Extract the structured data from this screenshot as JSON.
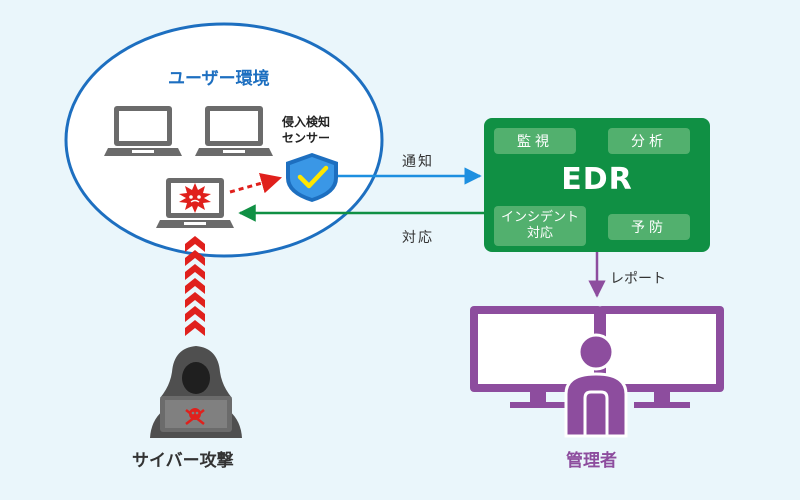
{
  "user_environment": {
    "title": "ユーザー環境",
    "sensor_label_line1": "侵入検知",
    "sensor_label_line2": "センサー"
  },
  "edr": {
    "title": "EDR",
    "functions": [
      "監視",
      "分析",
      "インシデント",
      "対応",
      "予防"
    ]
  },
  "arrows": {
    "notify": "通知",
    "respond": "対応",
    "report": "レポート"
  },
  "attacker": {
    "label": "サイバー攻撃"
  },
  "admin": {
    "label": "管理者"
  },
  "colors": {
    "background": "#eaf6fb",
    "environment_border": "#1d6fc0",
    "edr_green": "#109044",
    "edr_tile": "#52b06e",
    "alert_red": "#e0201c",
    "admin_purple": "#8d4d9e",
    "device_gray": "#6b6b6b"
  }
}
